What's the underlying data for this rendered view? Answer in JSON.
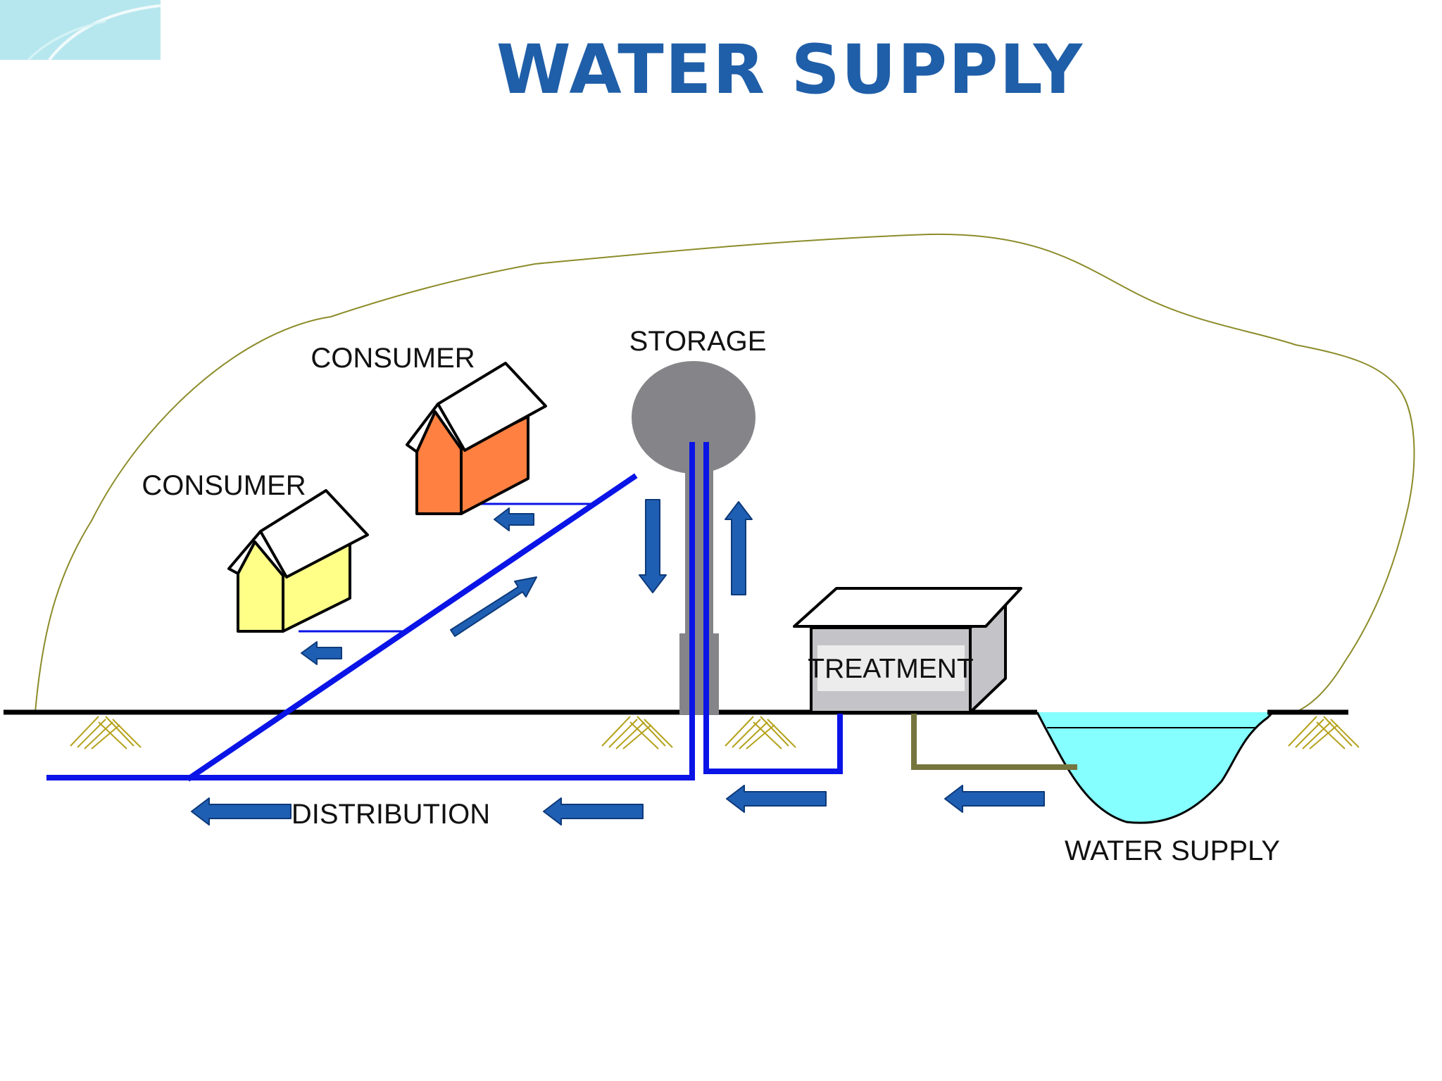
{
  "title": "WATER SUPPLY",
  "labels": {
    "storage": "STORAGE",
    "consumer_upper": "CONSUMER",
    "consumer_lower": "CONSUMER",
    "treatment": "TREATMENT",
    "distribution": "DISTRIBUTION",
    "water_supply": "WATER SUPPLY"
  },
  "colors": {
    "title": "#1f5ea8",
    "pipe": "#0a14e6",
    "arrow": "#1f5fb3",
    "arrow_edge": "#0d3a7a",
    "ground": "#000000",
    "boundary": "#8c8c2a",
    "grass": "#b5a21c",
    "house_yellow": "#ffff88",
    "house_orange": "#ff8040",
    "roof": "#ffffff",
    "storage_tank": "#858589",
    "treatment_side": "#c4c4c8",
    "treatment_front": "#ececec",
    "water": "#85ffff",
    "intake_pipe": "#75753e",
    "corner_deco": "#aee4ec"
  }
}
